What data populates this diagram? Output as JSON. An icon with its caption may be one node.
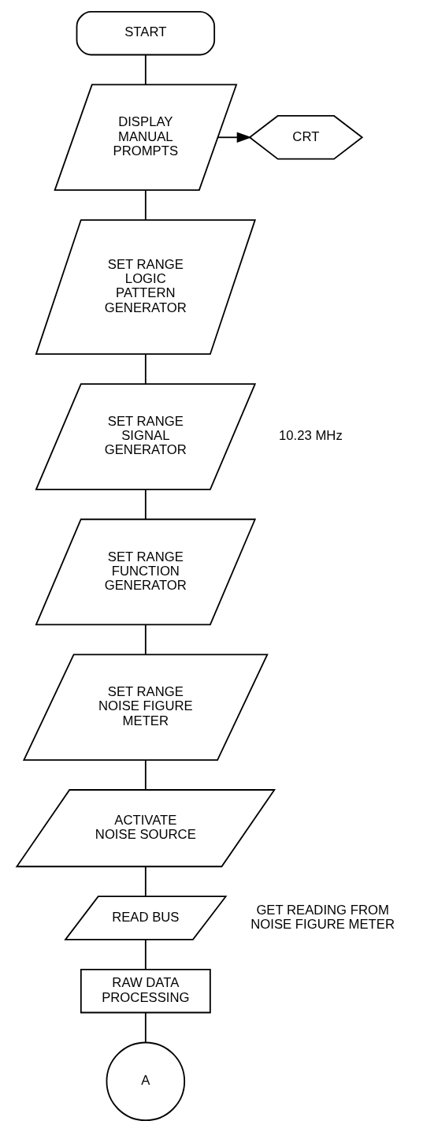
{
  "diagram": {
    "nodes": [
      {
        "text": [
          "START"
        ]
      },
      {
        "text": [
          "DISPLAY MANUAL PROMPTS"
        ]
      },
      {
        "text": [
          "CRT"
        ]
      },
      {
        "text": [
          "SET RANGE LOGIC PATTERN GENERATOR"
        ]
      },
      {
        "text": [
          "SET RANGE SIGNAL GENERATOR"
        ],
        "beside": [
          "10.23 MHz"
        ]
      },
      {
        "text": [
          "SET RANGE FUNCTION GENERATOR"
        ]
      },
      {
        "text": [
          "SET RANGE NOISE FIGURE METER"
        ]
      },
      {
        "text": [
          "ACTIVATE NOISE SOURCE"
        ]
      },
      {
        "text": [
          "READ BUS"
        ],
        "beside": [
          "GET READING FROM NOISE FIGURE METER"
        ]
      },
      {
        "text": [
          "RAW DATA PROCESSING"
        ]
      },
      {
        "text": [
          "A"
        ]
      }
    ],
    "edges": [
      {
        "from": 0,
        "to": 1,
        "arrow": "none"
      },
      {
        "from": 1,
        "to": 2,
        "arrow": "to"
      },
      {
        "from": 1,
        "to": 3,
        "arrow": "none"
      },
      {
        "from": 3,
        "to": 4,
        "arrow": "none"
      },
      {
        "from": 4,
        "to": 5,
        "arrow": "none"
      },
      {
        "from": 5,
        "to": 6,
        "arrow": "none"
      },
      {
        "from": 6,
        "to": 7,
        "arrow": "none"
      },
      {
        "from": 7,
        "to": 8,
        "arrow": "none"
      },
      {
        "from": 8,
        "to": 9,
        "arrow": "none"
      },
      {
        "from": 9,
        "to": 10,
        "arrow": "none"
      }
    ]
  }
}
